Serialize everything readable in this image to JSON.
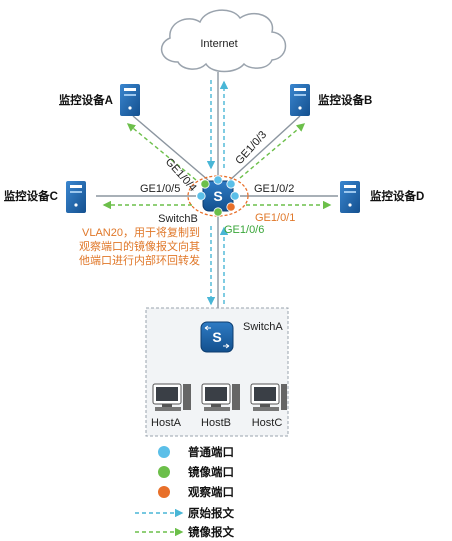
{
  "cloud": {
    "label": "Internet"
  },
  "devices": {
    "monitor_a": "监控设备A",
    "monitor_b": "监控设备B",
    "monitor_c": "监控设备C",
    "monitor_d": "监控设备D"
  },
  "switch_b": {
    "label": "SwitchB",
    "icon_letter": "S"
  },
  "switch_a": {
    "label": "SwitchA",
    "icon_letter": "S"
  },
  "ports": {
    "ge104": "GE1/0/4",
    "ge103": "GE1/0/3",
    "ge105": "GE1/0/5",
    "ge102": "GE1/0/2",
    "ge101": "GE1/0/1",
    "ge106": "GE1/0/6"
  },
  "vlan_note": {
    "line1": "VLAN20，用于将复制到",
    "line2": "观察端口的镜像报文向其",
    "line3": "他端口进行内部环回转发"
  },
  "hosts": [
    "HostA",
    "HostB",
    "HostC"
  ],
  "legend": {
    "normal_port": "普通端口",
    "mirror_port": "镜像端口",
    "observe_port": "观察端口",
    "original_packet": "原始报文",
    "mirror_packet": "镜像报文"
  },
  "colors": {
    "normal_port": "#5bbfe8",
    "mirror_port": "#6cbf4a",
    "observe_port": "#e8702a",
    "original_arrow": "#49b6d6",
    "mirror_arrow": "#6cbf4a",
    "device_blue": "#1f63a8"
  }
}
